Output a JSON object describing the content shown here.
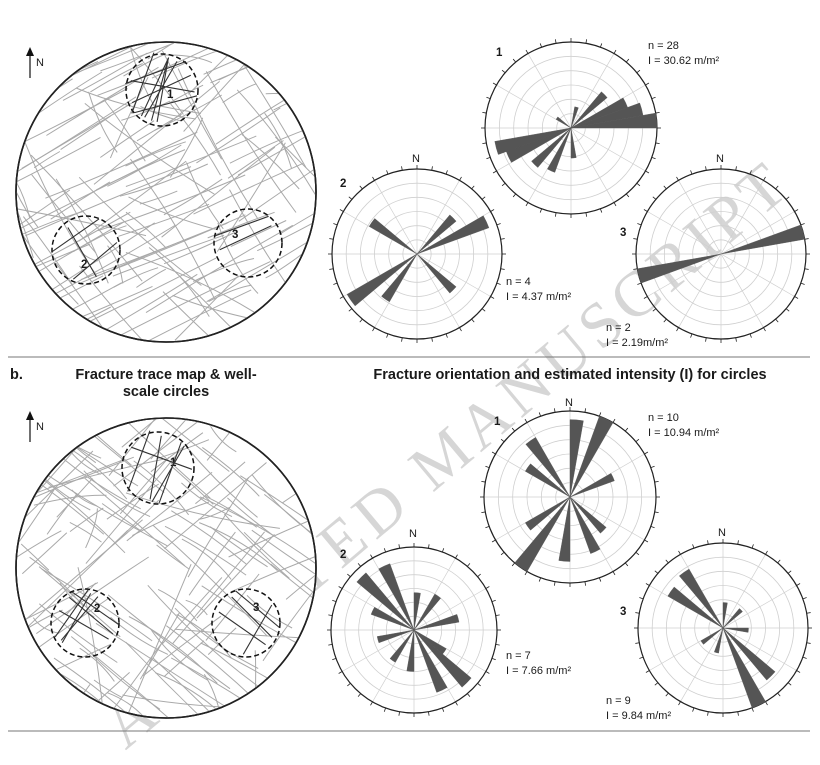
{
  "watermark": "ACCEPTED MANUSCRIPT",
  "panel_b_label": "b.",
  "header_left": [
    "Fracture trace map & well-",
    "scale circles"
  ],
  "header_right": "Fracture orientation and estimated intensity (I) for circles",
  "north_label": "N",
  "colors": {
    "petal": "#555555",
    "trace": "#a9a9a9",
    "outline": "#222222",
    "grid": "#cfcfcf",
    "rule": "#777777"
  },
  "panel_a": {
    "map_circle_labels": [
      "1",
      "2",
      "3"
    ],
    "roses": [
      {
        "id": "1",
        "n_text": "n = 28",
        "i_text": "I = 30.62 m/m²",
        "bins": [
          {
            "az": 10,
            "r": 0.25
          },
          {
            "az": 40,
            "r": 0.55
          },
          {
            "az": 60,
            "r": 0.7
          },
          {
            "az": 70,
            "r": 0.85
          },
          {
            "az": 80,
            "r": 1.0
          },
          {
            "az": 170,
            "r": 0.35
          },
          {
            "az": 200,
            "r": 0.55
          },
          {
            "az": 220,
            "r": 0.6
          },
          {
            "az": 240,
            "r": 0.8
          },
          {
            "az": 250,
            "r": 0.9
          },
          {
            "az": 300,
            "r": 0.2
          }
        ]
      },
      {
        "id": "2",
        "n_text": "n = 4",
        "i_text": "I = 4.37 m/m²",
        "bins": [
          {
            "az": 40,
            "r": 0.6
          },
          {
            "az": 60,
            "r": 0.9
          },
          {
            "az": 130,
            "r": 0.6
          },
          {
            "az": 210,
            "r": 0.65
          },
          {
            "az": 230,
            "r": 0.95
          },
          {
            "az": 300,
            "r": 0.65
          }
        ]
      },
      {
        "id": "3",
        "n_text": "n = 2",
        "i_text": "I = 2.19m/m²",
        "bins": [
          {
            "az": 70,
            "r": 1.0
          },
          {
            "az": 250,
            "r": 1.0
          }
        ]
      }
    ]
  },
  "panel_b": {
    "map_circle_labels": [
      "1",
      "2",
      "3"
    ],
    "roses": [
      {
        "id": "1",
        "n_text": "n = 10",
        "i_text": "I = 10.94 m/m²",
        "bins": [
          {
            "az": 0,
            "r": 0.9
          },
          {
            "az": 20,
            "r": 1.0
          },
          {
            "az": 60,
            "r": 0.55
          },
          {
            "az": 130,
            "r": 0.55
          },
          {
            "az": 150,
            "r": 0.7
          },
          {
            "az": 180,
            "r": 0.75
          },
          {
            "az": 210,
            "r": 1.0
          },
          {
            "az": 230,
            "r": 0.6
          },
          {
            "az": 300,
            "r": 0.6
          },
          {
            "az": 320,
            "r": 0.8
          }
        ]
      },
      {
        "id": "2",
        "n_text": "n = 7",
        "i_text": "I = 7.66 m/m²",
        "bins": [
          {
            "az": 0,
            "r": 0.45
          },
          {
            "az": 30,
            "r": 0.5
          },
          {
            "az": 70,
            "r": 0.55
          },
          {
            "az": 120,
            "r": 0.45
          },
          {
            "az": 130,
            "r": 0.9
          },
          {
            "az": 150,
            "r": 0.8
          },
          {
            "az": 180,
            "r": 0.5
          },
          {
            "az": 210,
            "r": 0.45
          },
          {
            "az": 250,
            "r": 0.45
          },
          {
            "az": 290,
            "r": 0.55
          },
          {
            "az": 310,
            "r": 0.9
          },
          {
            "az": 330,
            "r": 0.85
          }
        ]
      },
      {
        "id": "3",
        "n_text": "n = 9",
        "i_text": "I = 9.84 m/m²",
        "bins": [
          {
            "az": 0,
            "r": 0.3
          },
          {
            "az": 40,
            "r": 0.3
          },
          {
            "az": 90,
            "r": 0.3
          },
          {
            "az": 130,
            "r": 0.8
          },
          {
            "az": 150,
            "r": 1.0
          },
          {
            "az": 190,
            "r": 0.3
          },
          {
            "az": 230,
            "r": 0.3
          },
          {
            "az": 300,
            "r": 0.75
          },
          {
            "az": 320,
            "r": 0.8
          }
        ]
      }
    ]
  }
}
